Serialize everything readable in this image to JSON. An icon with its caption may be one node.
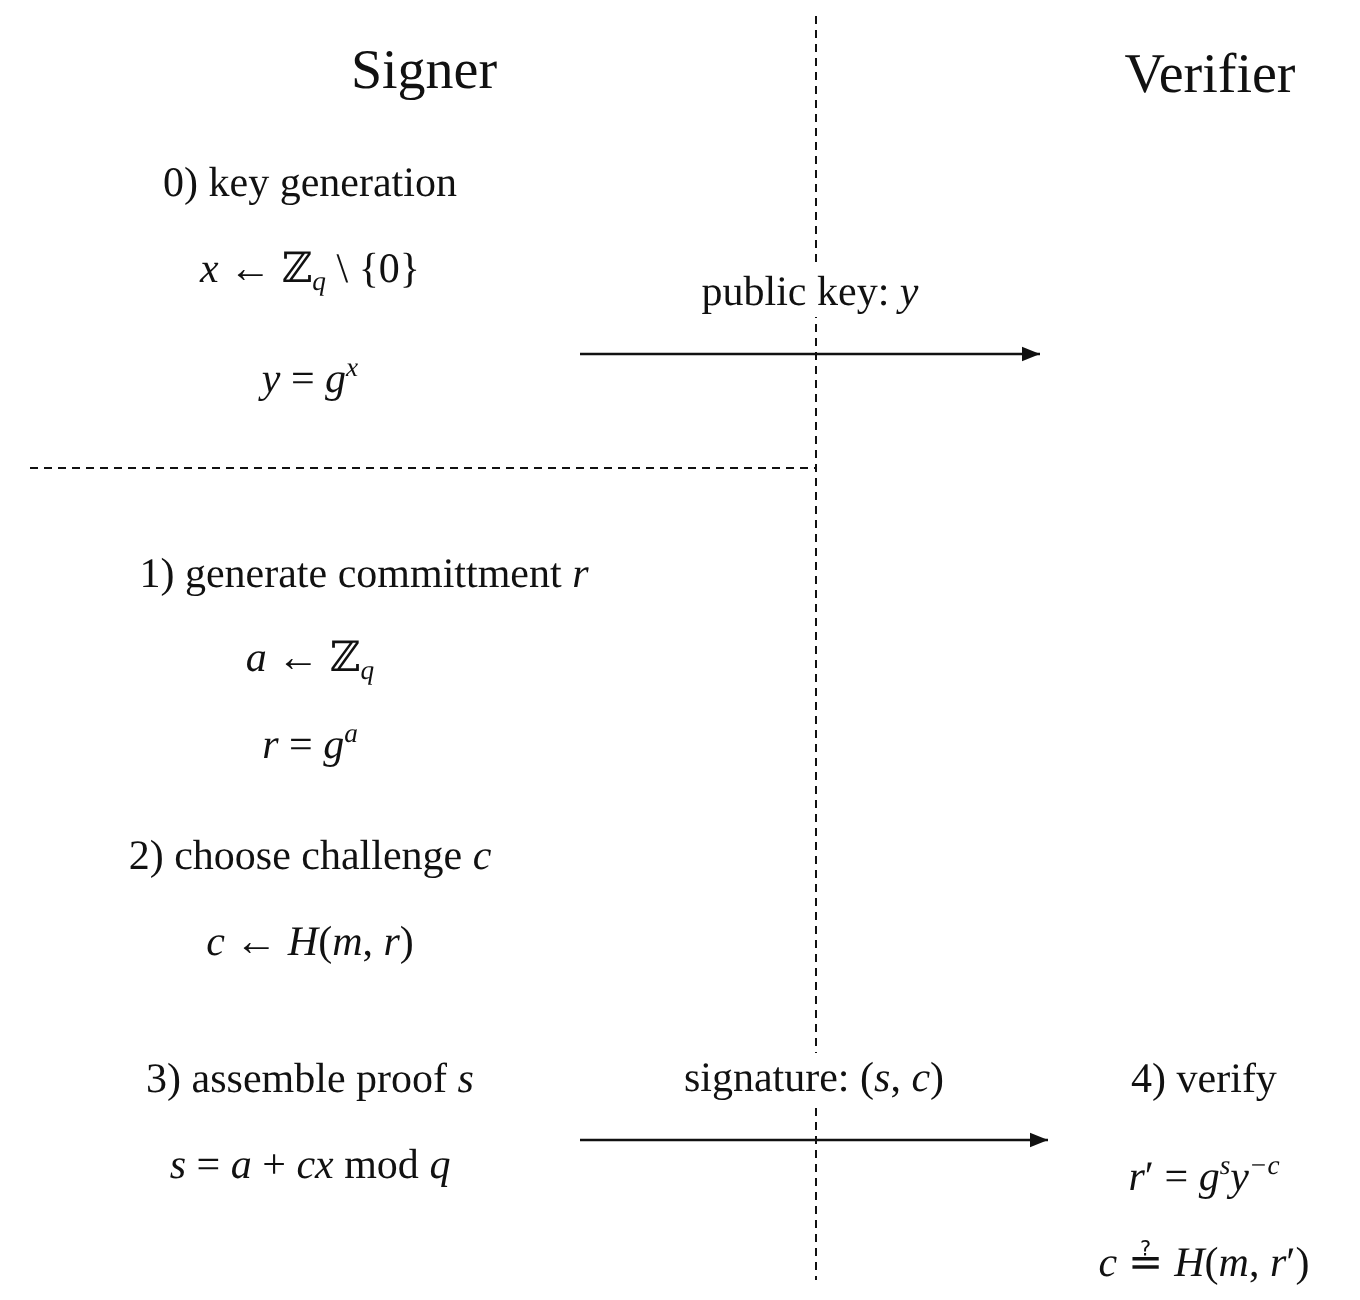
{
  "diagram": {
    "nodes": [
      {
        "text": [
          "0) key generation",
          "*x* ← ℤ$_{q}$ \\ {0}",
          "*y* = *g*$^{x}$"
        ]
      },
      {
        "text": [
          "3) assemble proof *s*",
          "*s* = *a* + *cx* mod *q*"
        ]
      },
      {
        "text": [
          "4) verify",
          "*r*′ = *g*$^{s}$*y*$^{−c}$",
          "*c* ≟ *H*(*m*, *r*′)"
        ]
      }
    ],
    "edges": [
      {
        "from": 0,
        "to": null,
        "arrow": "to",
        "label": "public key: *y*"
      },
      {
        "from": 1,
        "to": 2,
        "arrow": "to",
        "label": "signature: (*s*, *c*)"
      }
    ],
    "labels": [
      "Signer",
      "Verifier",
      "1) generate committment *r*",
      "*a* ← ℤ$_{q}$",
      "*r* = *g*$^{a}$",
      "2) choose challenge *c*",
      "*c* ← *H*(*m*, *r*)"
    ]
  }
}
